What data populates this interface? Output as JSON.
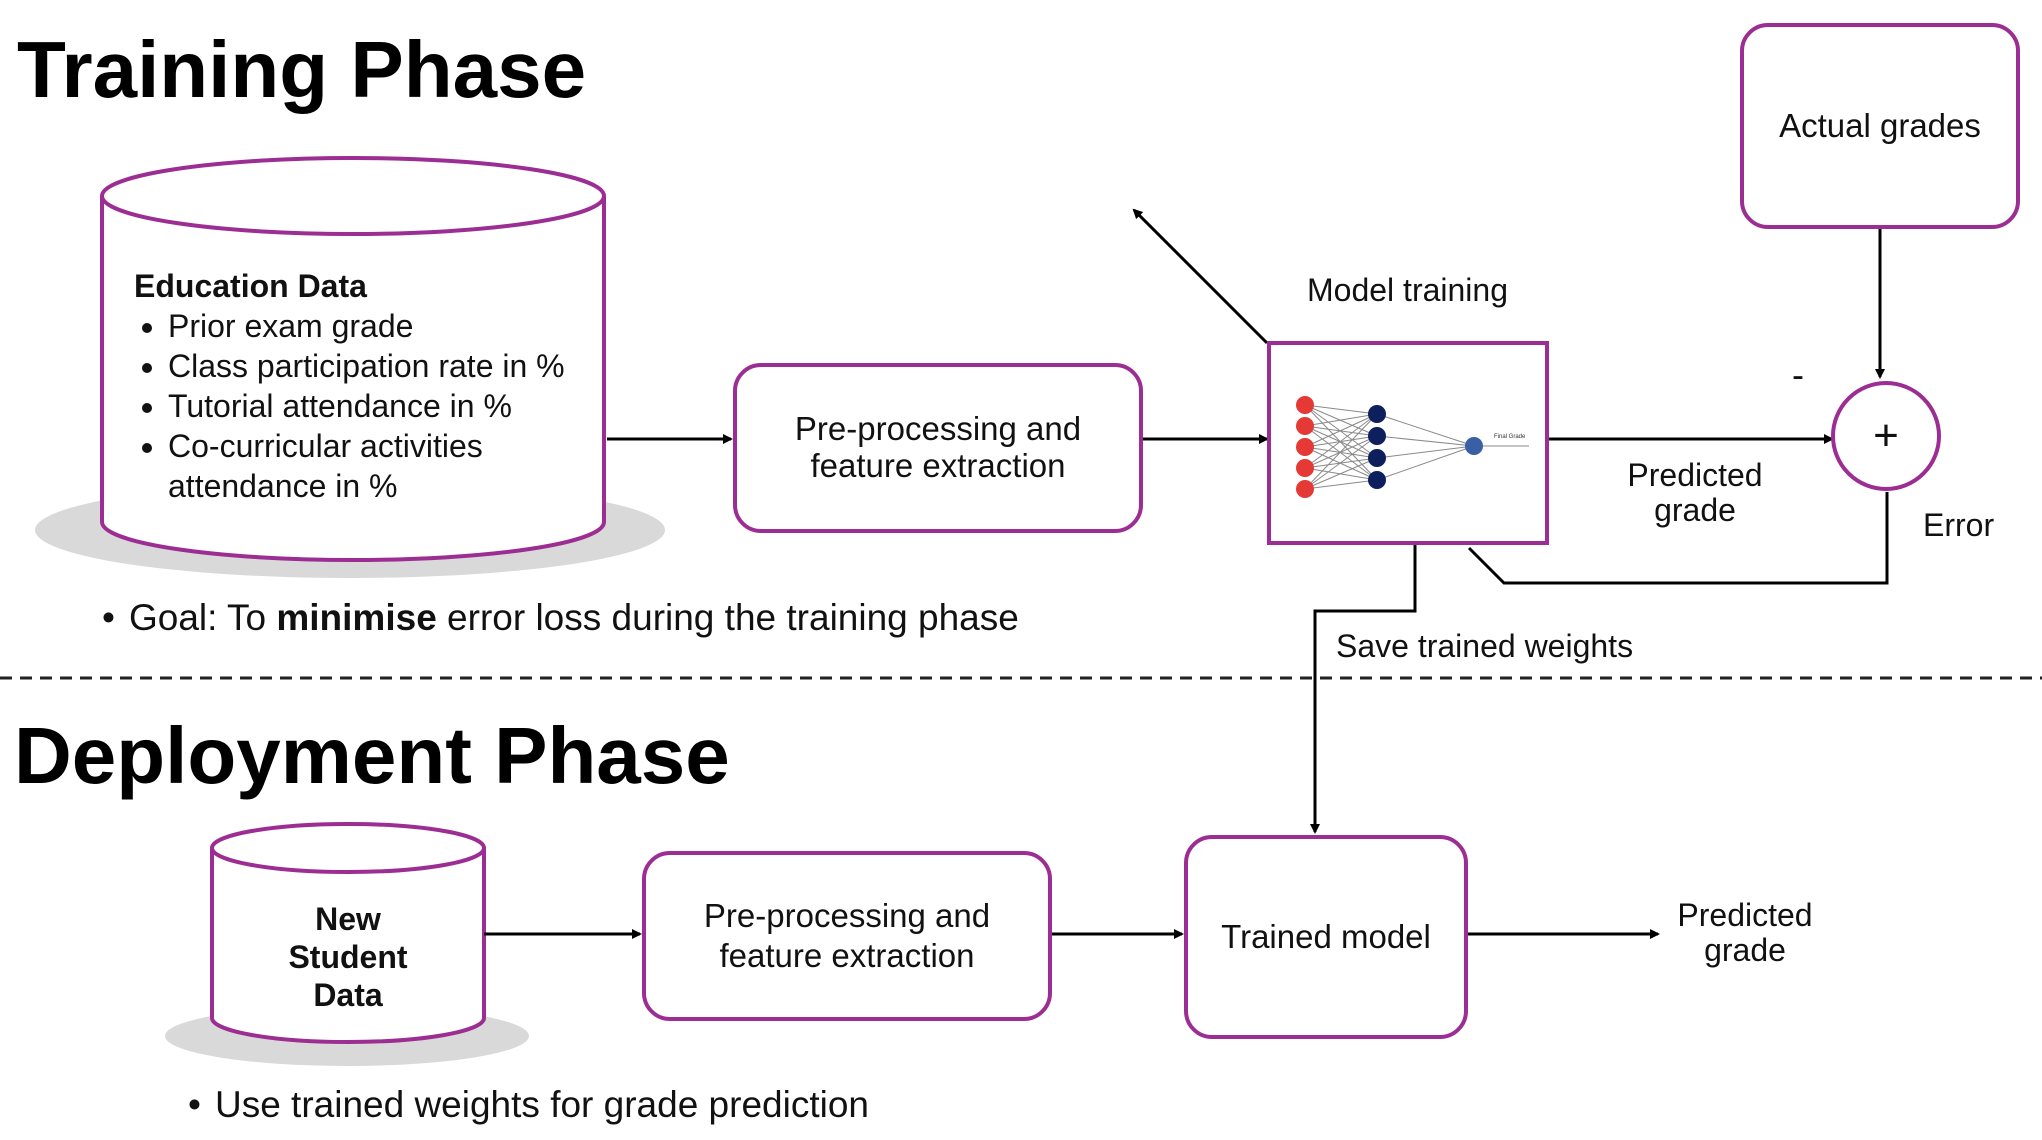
{
  "training": {
    "title": "Training Phase",
    "database": {
      "heading": "Education Data",
      "items": [
        "Prior exam grade",
        "Class participation rate in %",
        "Tutorial attendance in %",
        "Co-curricular activities attendance in %"
      ]
    },
    "preprocess_label": "Pre-processing and feature extraction",
    "model_training_label": "Model training",
    "nn_output_label": "Final Grade",
    "actual_grades_label": "Actual grades",
    "minus_sign": "-",
    "sum_sign": "+",
    "predicted_grade_label": "Predicted grade",
    "error_label": "Error",
    "save_weights_label": "Save trained weights",
    "goal_prefix": "Goal: To ",
    "goal_emphasis": "minimise",
    "goal_suffix": " error loss during the training phase"
  },
  "deployment": {
    "title": "Deployment Phase",
    "database_label": "New Student Data",
    "preprocess_label": "Pre-processing and feature extraction",
    "trained_model_label": "Trained model",
    "predicted_grade_label": "Predicted grade",
    "note": "Use trained weights for grade prediction"
  },
  "colors": {
    "box_border": "#9c2d93",
    "nn_input_node": "#e53935",
    "nn_hidden_node": "#0d1f5c",
    "nn_output_node": "#3a5fa5",
    "shadow": "#d9d9d9"
  }
}
